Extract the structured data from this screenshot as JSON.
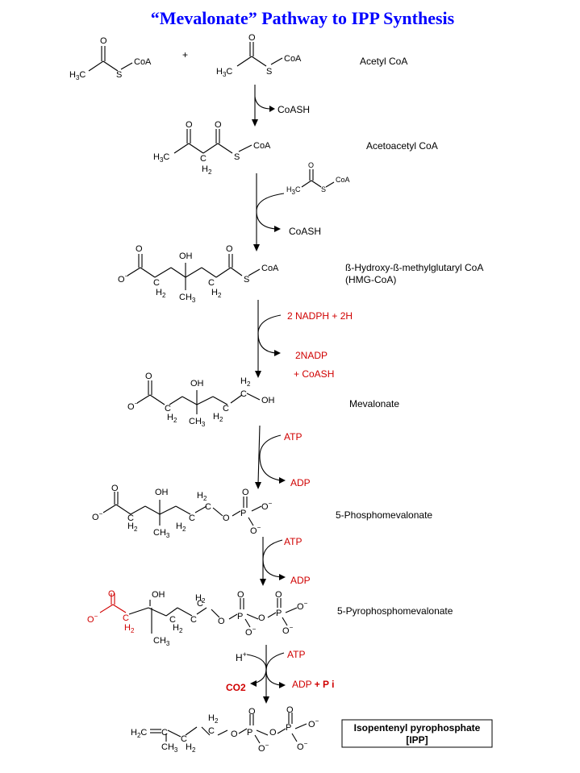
{
  "title": "“Mevalonate” Pathway to IPP Synthesis",
  "colors": {
    "title": "#0000ff",
    "reagent": "#d00000",
    "text": "#000000"
  },
  "compounds": {
    "acetyl_coa": "Acetyl CoA",
    "acetoacetyl_coa": "Acetoacetyl CoA",
    "hmg_coa_line1": "ß-Hydroxy-ß-methylglutaryl CoA",
    "hmg_coa_line2": "(HMG-CoA)",
    "mevalonate": "Mevalonate",
    "phosphomevalonate": "5-Phosphomevalonate",
    "pyrophosphomevalonate": "5-Pyrophosphomevalonate",
    "ipp_line1": "Isopentenyl pyrophosphate",
    "ipp_line2": "[IPP]"
  },
  "reagents": {
    "plus": "+",
    "coash_1": "CoASH",
    "coash_2": "CoASH",
    "nadph": "2 NADPH + 2H",
    "nadp": "2NADP",
    "nadp_coash": "+ CoASH",
    "atp_1": "ATP",
    "adp_1": "ADP",
    "atp_2": "ATP",
    "adp_2": "ADP",
    "h_plus": "H",
    "atp_3": "ATP",
    "co2": "CO2",
    "adp_pi": "ADP",
    "pi": "+ P i"
  },
  "atoms": {
    "O": "O",
    "S": "S",
    "CoA": "CoA",
    "H": "H",
    "C": "C",
    "P": "P",
    "OH": "OH",
    "minus": "−",
    "plus_charge": "+",
    "two": "2",
    "three": "3",
    "H2C": "H",
    "CH3": "CH"
  }
}
